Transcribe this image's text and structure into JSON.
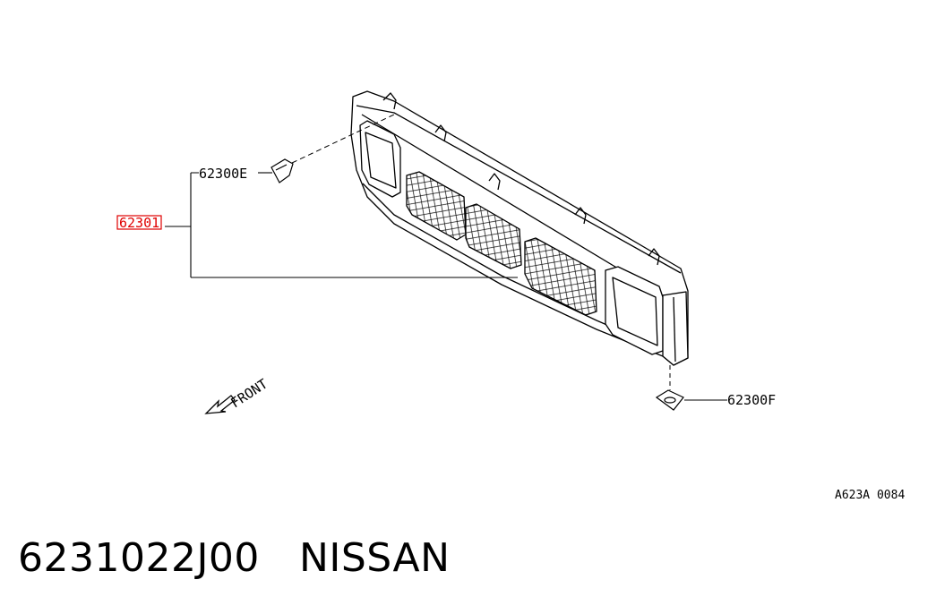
{
  "callouts": {
    "main_part": "62301",
    "clip_upper": "62300E",
    "clip_lower": "62300F",
    "front_arrow": "FRONT"
  },
  "diagram_code": "A623A 0084",
  "caption": {
    "part_number": "6231022J00",
    "brand": "NISSAN"
  },
  "colors": {
    "highlight": "#e00000",
    "line": "#000000"
  }
}
